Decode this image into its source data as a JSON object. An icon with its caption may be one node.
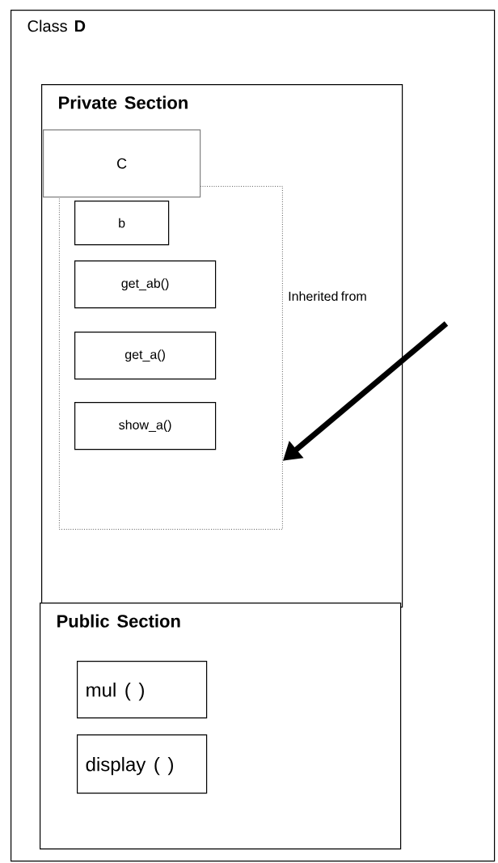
{
  "diagram": {
    "nodes": [
      {
        "text": [
          "Class **D**"
        ]
      },
      {
        "text": [
          "Private Section"
        ],
        "in": 0
      },
      {
        "text": [],
        "shape": "box",
        "in": 1
      },
      {
        "text": [
          "C"
        ],
        "in": 1
      },
      {
        "text": [
          "b"
        ],
        "in": 2
      },
      {
        "text": [
          "get_ab()"
        ],
        "in": 2
      },
      {
        "text": [
          "get_a()"
        ],
        "in": 2
      },
      {
        "text": [
          "show_a()"
        ],
        "in": 2
      },
      {
        "text": [
          "Public Section"
        ],
        "in": 0
      },
      {
        "text": [
          "mul ( )"
        ],
        "in": 8
      },
      {
        "text": [
          "display ( )"
        ],
        "in": 8
      }
    ],
    "edges": [
      {
        "from": null,
        "to": 2,
        "arrow": "to"
      }
    ],
    "labels": [
      "Inherited from"
    ]
  }
}
